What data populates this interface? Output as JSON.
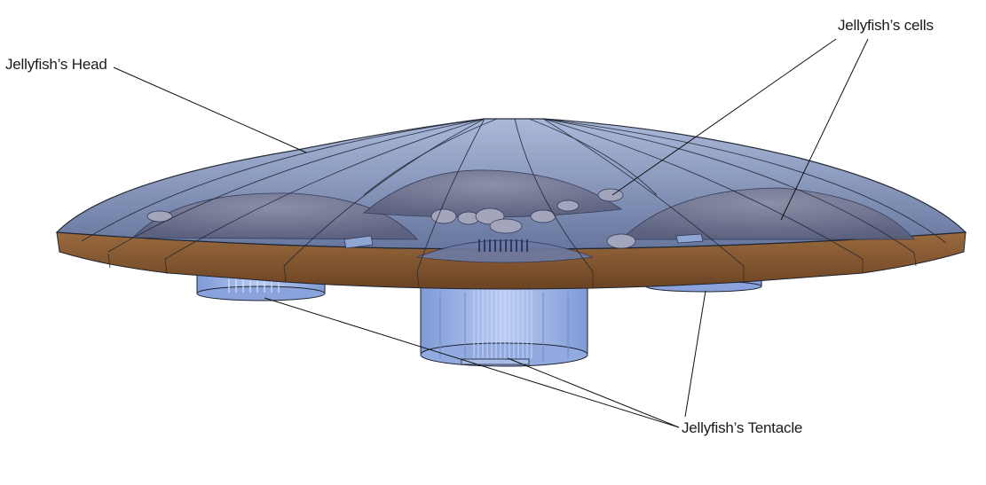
{
  "labels": {
    "head": "Jellyfish’s Head",
    "cells": "Jellyfish’s cells",
    "tentacle": "Jellyfish’s Tentacle"
  },
  "colors": {
    "dome": "#7d8fb8",
    "dome_dark": "#5d6d96",
    "rim": "#8a5a33",
    "rim_dark": "#5e3a1e",
    "tentacle": "#9db4e6",
    "tentacle_dark": "#6a86c4",
    "outline": "#1e2430"
  }
}
